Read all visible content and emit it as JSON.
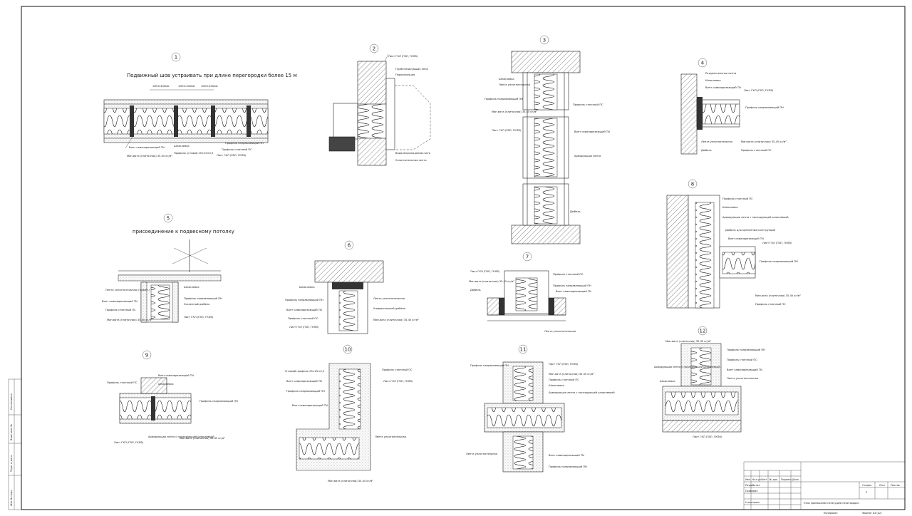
{
  "drawing": {
    "details": [
      {
        "id": "d1",
        "number": "1",
        "title": "Подвижный шов устраивать при длине перегородки более 15 м",
        "labels": [
          "≤900-300мм",
          "≤900-300мм",
          "≤900-300мм",
          "Винт самонарезающий TN",
          "Мин.вата (плиточная) 35-45 кг/м³",
          "Шпаклевка",
          "Профиль угловой 25×25×0,5",
          "Профиль направляющий ПН",
          "Профиль стоечный ПС",
          "Лист ГКЛ (ГВЛ, ГКЛВ)"
        ]
      },
      {
        "id": "d2",
        "number": "2",
        "title": "",
        "labels": [
          "Лист ГКЛ (ГВЛ, ГКЛВ)",
          "Герметизирующая пена",
          "Пароизоляция",
          "Водонепроницаемая вата",
          "Уплотнительная лента"
        ]
      },
      {
        "id": "d3",
        "number": "3",
        "title": "",
        "labels": [
          "Шпаклевка",
          "Лента уплотнительная",
          "Профиль направляющий ПН",
          "Мин.вата (плиточная) 35-45 кг/м³",
          "Лист ГКЛ (ГВЛ, ГКЛВ)",
          "Профиль стоечный ПС",
          "Винт самонарезающий TN",
          "Армирующая лента",
          "Дюбель"
        ]
      },
      {
        "id": "d4",
        "number": "4",
        "title": "",
        "labels": [
          "Разделительная лента",
          "Шпаклевка",
          "Винт самонарезающий TN",
          "Лист ГКЛ (ГВЛ, ГКЛВ)",
          "Профиль направляющий ПН",
          "Мин.вата (плиточная) 35-45 кг/м³",
          "Лента уплотнительная",
          "Дюбель",
          "Профиль стоечный ПС"
        ]
      },
      {
        "id": "d5",
        "number": "5",
        "title": "присоединение к подвесному потолку",
        "labels": [
          "Шпаклевка",
          "Лента уплотнительная (гермет.)",
          "Винт самонарезающий TN",
          "Профиль стоечный ПС",
          "Мин.вата (плиточная) 35-45 кг/м³",
          "Профиль направляющий ПН",
          "Усиленный дюбель",
          "Лист ГКЛ (ГВЛ, ГКЛВ)"
        ]
      },
      {
        "id": "d6",
        "number": "6",
        "title": "",
        "labels": [
          "Шпаклевка",
          "Профиль направляющий ПН",
          "Винт самонарезающий TN",
          "Профиль стоечный ПС",
          "Лист ГКЛ (ГВЛ, ГКЛВ)",
          "Лента уплотнительная",
          "Универсальный дюбель",
          "Мин.вата (плиточная) 35-45 кг/м³"
        ]
      },
      {
        "id": "d7",
        "number": "7",
        "title": "",
        "labels": [
          "Лист ГКЛ (ГВЛ, ГКЛВ)",
          "Мин.вата (плиточная) 35-45 кг/м³",
          "Дюбель",
          "Профиль стоечный ПС",
          "Профиль направляющий ПН",
          "Винт самонарезающий TN",
          "Лента уплотнительная"
        ]
      },
      {
        "id": "d8",
        "number": "8",
        "title": "",
        "labels": [
          "Профиль стоечный ПС",
          "Шпаклевка",
          "Армирующая лента с последующей шпаклевкой",
          "Дюбель для крепления конструкций",
          "Винт самонарезающий TN",
          "Лист ГКЛ (ГВЛ, ГКЛВ)",
          "Профиль направляющий ПН",
          "Мин.вата (плиточная) 35-45 кг/м³",
          "Профиль стоечный ПС"
        ]
      },
      {
        "id": "d9",
        "number": "9",
        "title": "",
        "labels": [
          "Винт самонарезающий TN",
          "Профиль стоечный ПС",
          "Шпаклевка",
          "Профиль направляющий ПН",
          "Лист ГКЛ (ГВЛ, ГКЛВ)",
          "Армирующая лента с последующей шпаклевкой",
          "Мин.вата (плиточная) 35-45 кг/м³"
        ]
      },
      {
        "id": "d10",
        "number": "10",
        "title": "",
        "labels": [
          "Угловой профиль 25×25×0,5",
          "Винт самонарезающий TN",
          "Профиль направляющий ПН",
          "Профиль стоечный ПС",
          "Лист ГКЛ (ГВЛ, ГКЛВ)",
          "Винт самонарезающий TN",
          "Лента уплотнительная",
          "Мин.вата (плиточная) 35-45 кг/м³"
        ]
      },
      {
        "id": "d11",
        "number": "11",
        "title": "",
        "labels": [
          "Профиль направляющий ПН",
          "Лист ГКЛ (ГВЛ, ГКЛВ)",
          "Мин.вата (плиточная) 35-45 кг/м³",
          "Профиль стоечный ПС",
          "Шпаклевка",
          "Армирующая лента с последующей шпаклевкой",
          "Лента уплотнительная",
          "Винт самонарезающий TN",
          "Профиль направляющий ПН"
        ]
      },
      {
        "id": "d12",
        "number": "12",
        "title": "",
        "labels": [
          "Мин.вата (плиточная) 35-45 кг/м³",
          "Профиль направляющий ПН",
          "Армирующая лента с последующей шпаклевкой",
          "Профиль стоечный ПС",
          "Винт самонарезающий TN",
          "Шпаклевка",
          "Лента уплотнительная",
          "Лист ГКЛ (ГВЛ, ГКЛВ)"
        ]
      }
    ]
  },
  "side_stamp": {
    "cells": [
      "Согласовано",
      "Взам. инв. №",
      "Подп. и дата",
      "Инв. № подл."
    ]
  },
  "title_block": {
    "header_cells": [
      "Изм.",
      "Кол.уч",
      "Лист",
      "№ док.",
      "Подпись",
      "Дата"
    ],
    "roles": [
      "Разработал",
      "Проверил",
      "",
      "Н.контроль"
    ],
    "stage_headers": [
      "Стадия",
      "Лист",
      "Листов"
    ],
    "stage_value": "Р",
    "drawing_name": "Узлы примыкания ненесущей перегородки",
    "copied": "Копировал",
    "format": "Формат А3 (А2)"
  }
}
